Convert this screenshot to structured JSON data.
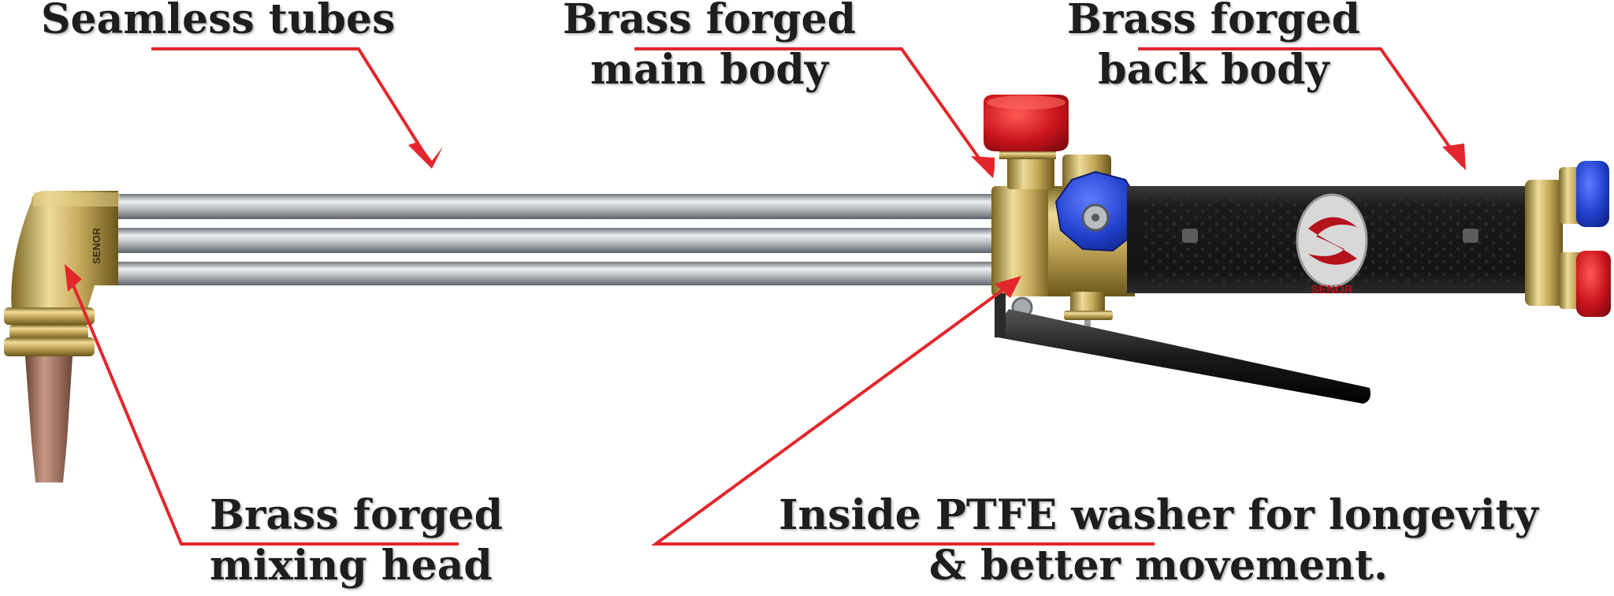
{
  "labels": {
    "seamless_tubes": "Seamless tubes",
    "main_body": {
      "line1": "Brass forged",
      "line2": "main body"
    },
    "back_body": {
      "line1": "Brass forged",
      "line2": "back body"
    },
    "mixing_head": {
      "line1": "Brass forged",
      "line2": "mixing head"
    },
    "ptfe_washer": {
      "line1": "Inside PTFE washer for longevity",
      "line2": "& better movement."
    }
  },
  "logo": {
    "brand": "SENOR"
  },
  "colors": {
    "leader": "#e3262b",
    "brass": "#c4a85a",
    "grip": "#1c1c1c",
    "oxygen_knob": "#1f3fc9",
    "fuel_cap": "#c8121b",
    "tube": "#b9bdc2",
    "nozzle": "#9a6a58"
  }
}
